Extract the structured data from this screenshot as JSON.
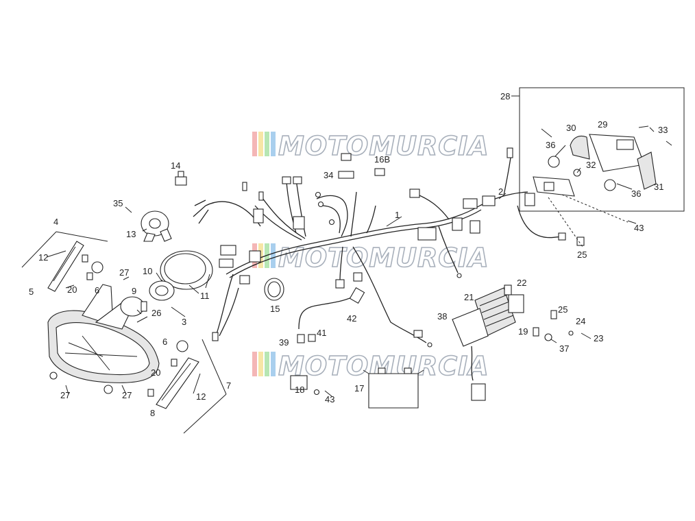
{
  "watermark": {
    "text": "MOTOMURCIA",
    "stripe_colors": [
      "#f4b6b6",
      "#f6e6a6",
      "#b7e6b3",
      "#a9cfee"
    ]
  },
  "labels": [
    "1",
    "2",
    "3",
    "4",
    "5",
    "6",
    "6",
    "7",
    "8",
    "9",
    "10",
    "11",
    "12",
    "12",
    "13",
    "14",
    "15",
    "16B",
    "17",
    "18",
    "19",
    "20",
    "20",
    "21",
    "22",
    "23",
    "24",
    "25",
    "25",
    "26",
    "27",
    "27",
    "27",
    "28",
    "29",
    "30",
    "31",
    "32",
    "33",
    "34",
    "35",
    "36",
    "36",
    "37",
    "38",
    "39",
    "41",
    "42",
    "43",
    "43"
  ]
}
